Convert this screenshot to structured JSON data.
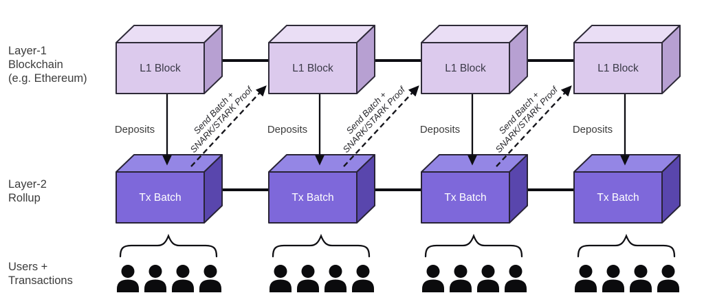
{
  "side_labels": {
    "layer1": {
      "lines": [
        "Layer-1",
        "Blockchain",
        "(e.g. Ethereum)"
      ]
    },
    "layer2": {
      "lines": [
        "Layer-2",
        "Rollup"
      ]
    },
    "users": {
      "lines": [
        "Users +",
        "Transactions"
      ]
    }
  },
  "block_labels": {
    "l1": "L1 Block",
    "tx": "Tx Batch"
  },
  "arrow_labels": {
    "deposits": "Deposits",
    "send_batch_line1": "Send Batch +",
    "send_batch_line2": "SNARK/STARK Proof"
  },
  "colors": {
    "l1_front": "#dccaed",
    "l1_top": "#eadef5",
    "l1_side": "#b7a0d2",
    "tx_front": "#7e68da",
    "tx_top": "#9486e5",
    "tx_side": "#5946ad",
    "outline": "#2e2a38",
    "arrow": "#0d0d12",
    "label_text": "#3b3b3b"
  },
  "counts": {
    "columns": 4,
    "l1_blocks": 4,
    "tx_batches": 4,
    "deposit_arrows": 4,
    "proof_arrows": 3,
    "user_groups": 4,
    "users_per_group": 4
  }
}
